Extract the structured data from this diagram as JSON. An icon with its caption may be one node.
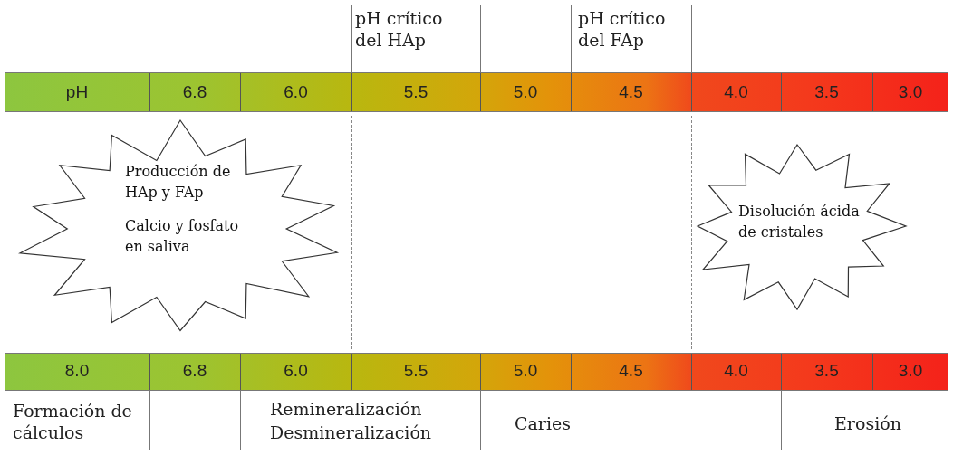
{
  "diagram": {
    "nodes": [
      {
        "text": [
          "Producción de HAp y FAp",
          "Calcio y fosfato en saliva"
        ]
      },
      {
        "text": [
          "Disolución ácida de cristales"
        ]
      }
    ],
    "labels": [
      "pH crítico del HAp",
      "pH crítico del FAp",
      "pH",
      "6.8",
      "6.0",
      "5.5",
      "5.0",
      "4.5",
      "4.0",
      "3.5",
      "3.0",
      "8.0",
      "6.8",
      "6.0",
      "5.5",
      "5.0",
      "4.5",
      "4.0",
      "3.5",
      "3.0",
      "Formación de cálculos",
      "Remineralización",
      "Desmineralización",
      "Caries",
      "Erosión"
    ]
  }
}
